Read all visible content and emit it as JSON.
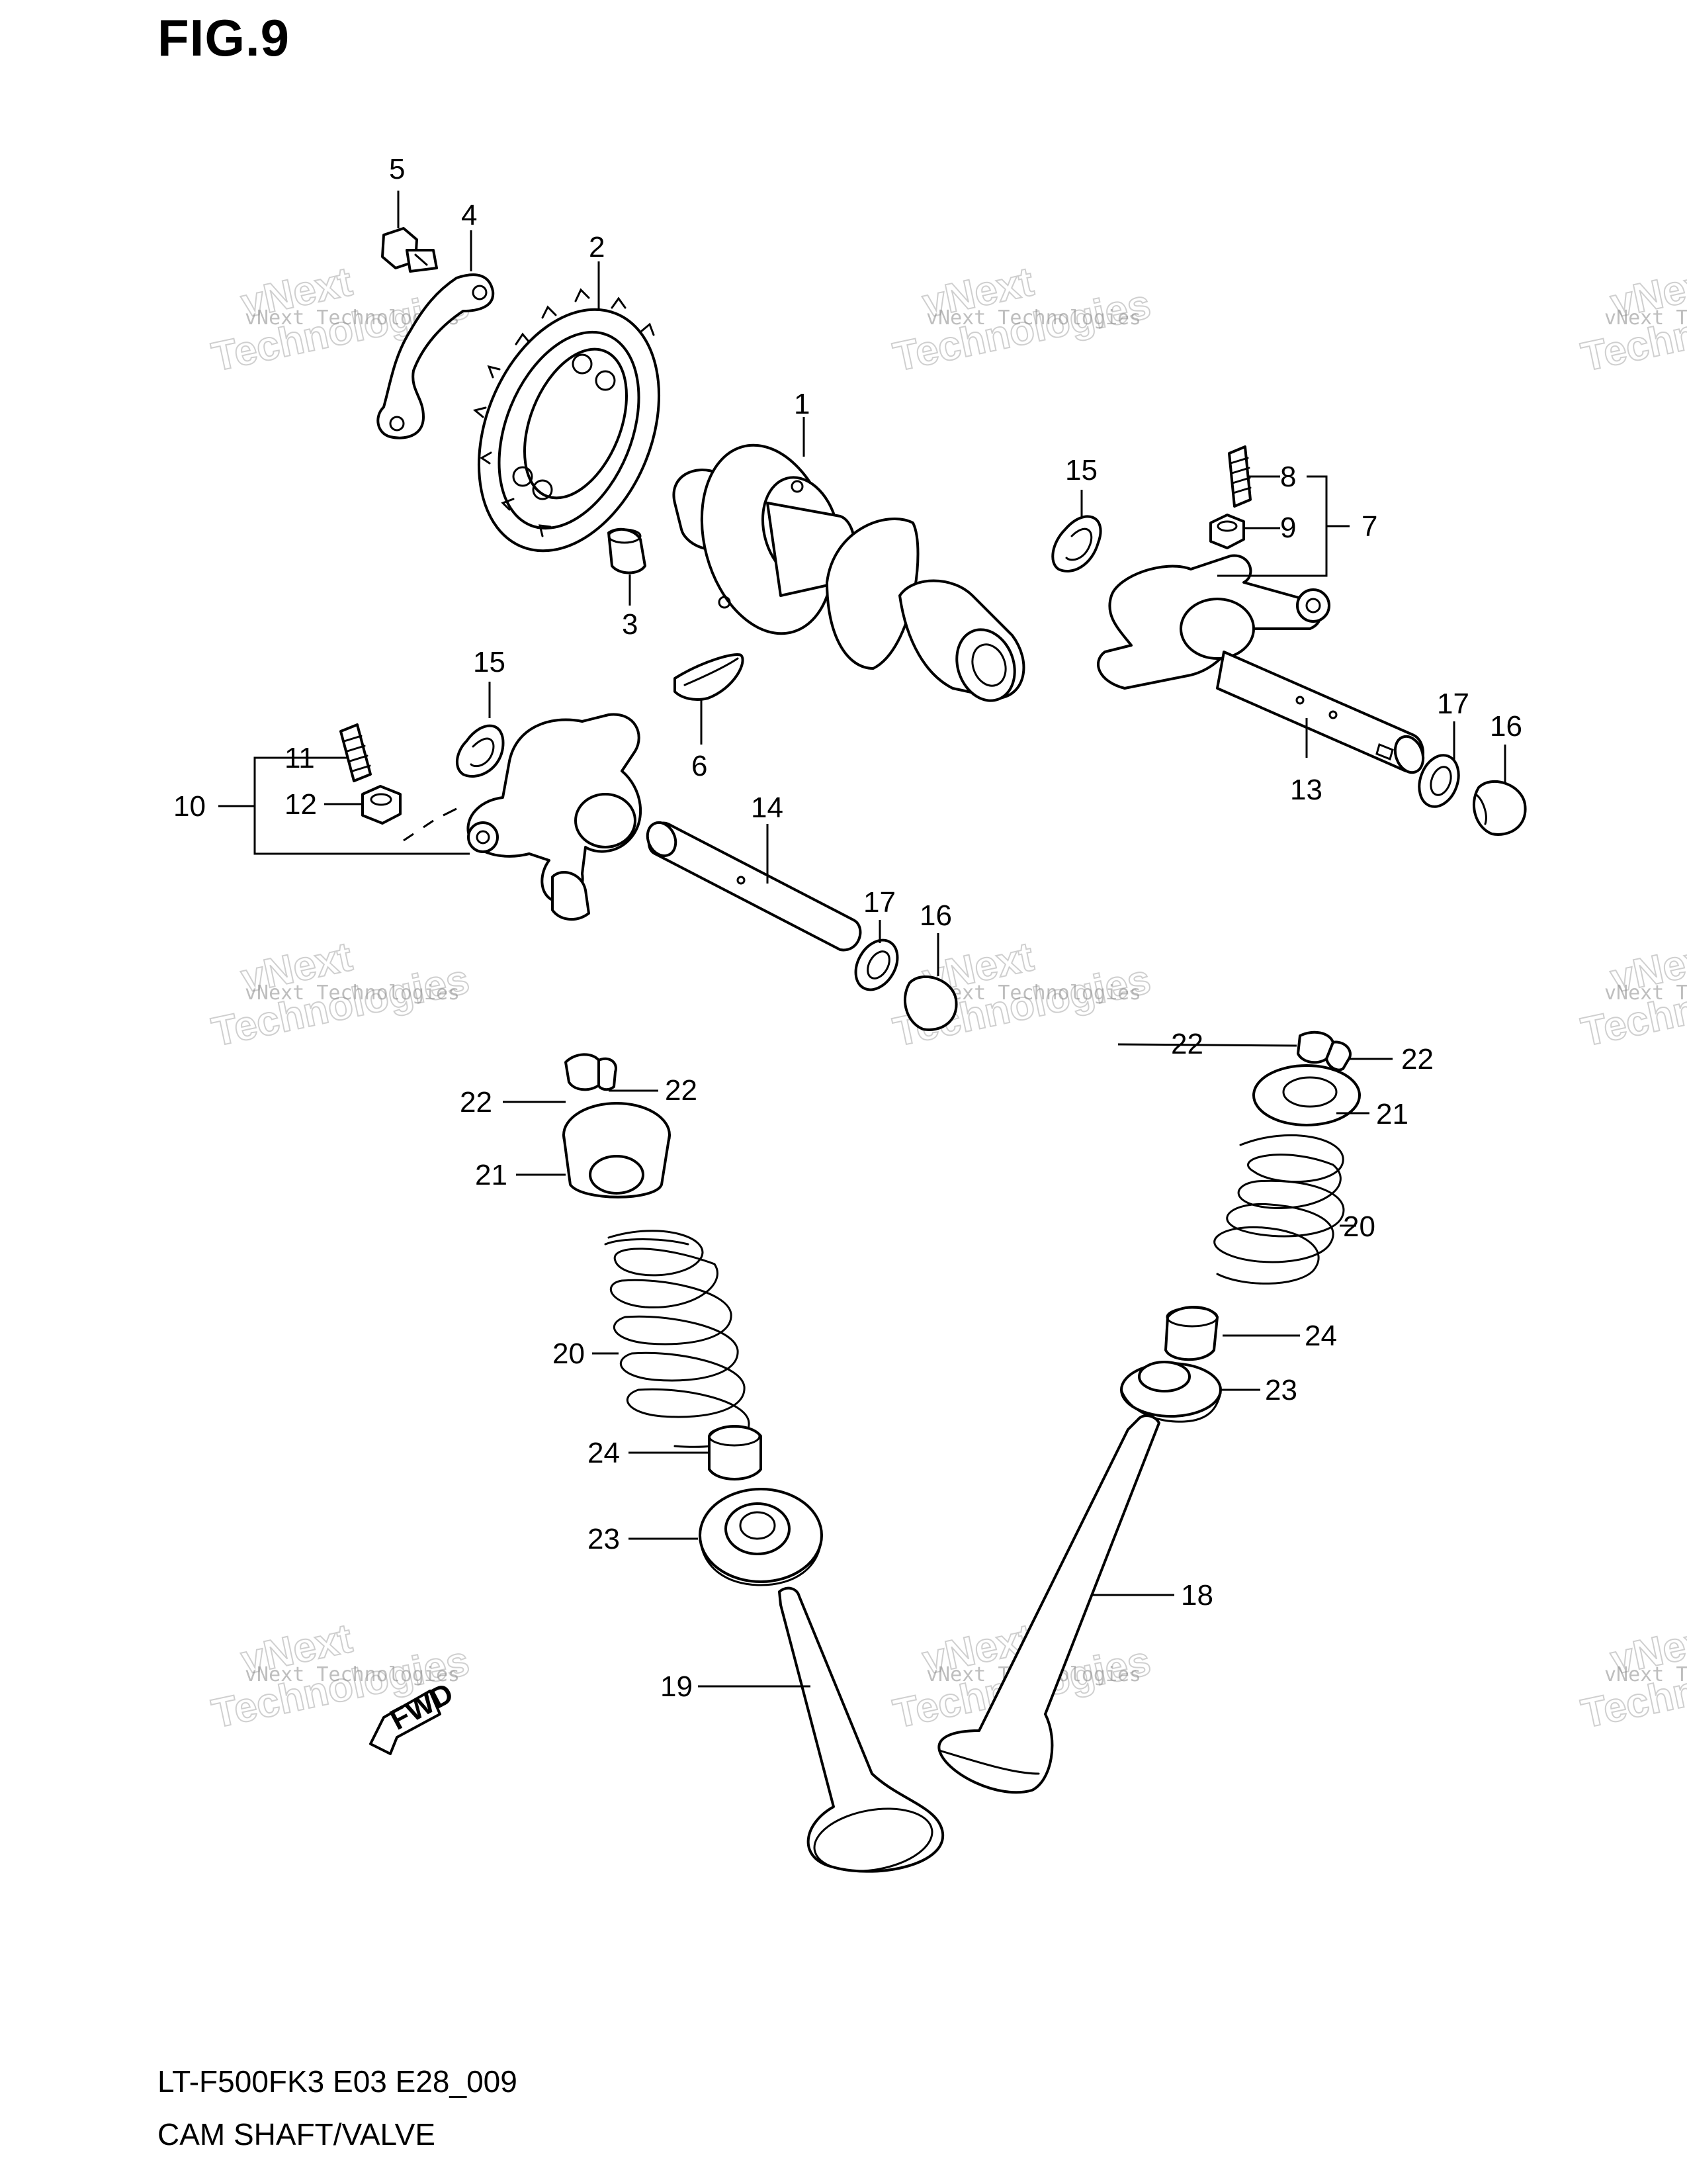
{
  "figure": {
    "title": "FIG.9"
  },
  "footer": {
    "model_code": "LT-F500FK3 E03 E28_009",
    "section_name": "CAM SHAFT/VALVE"
  },
  "watermark": {
    "line1": "vNext Technologies",
    "line2": "vNext",
    "line3": "Technologies"
  },
  "fwd_label": "FWD",
  "callouts": [
    "1",
    "2",
    "3",
    "4",
    "5",
    "6",
    "7",
    "8",
    "9",
    "10",
    "11",
    "12",
    "13",
    "14",
    "15",
    "15",
    "16",
    "16",
    "17",
    "17",
    "18",
    "19",
    "20",
    "20",
    "21",
    "21",
    "22",
    "22",
    "22",
    "22",
    "23",
    "23",
    "24",
    "24"
  ]
}
